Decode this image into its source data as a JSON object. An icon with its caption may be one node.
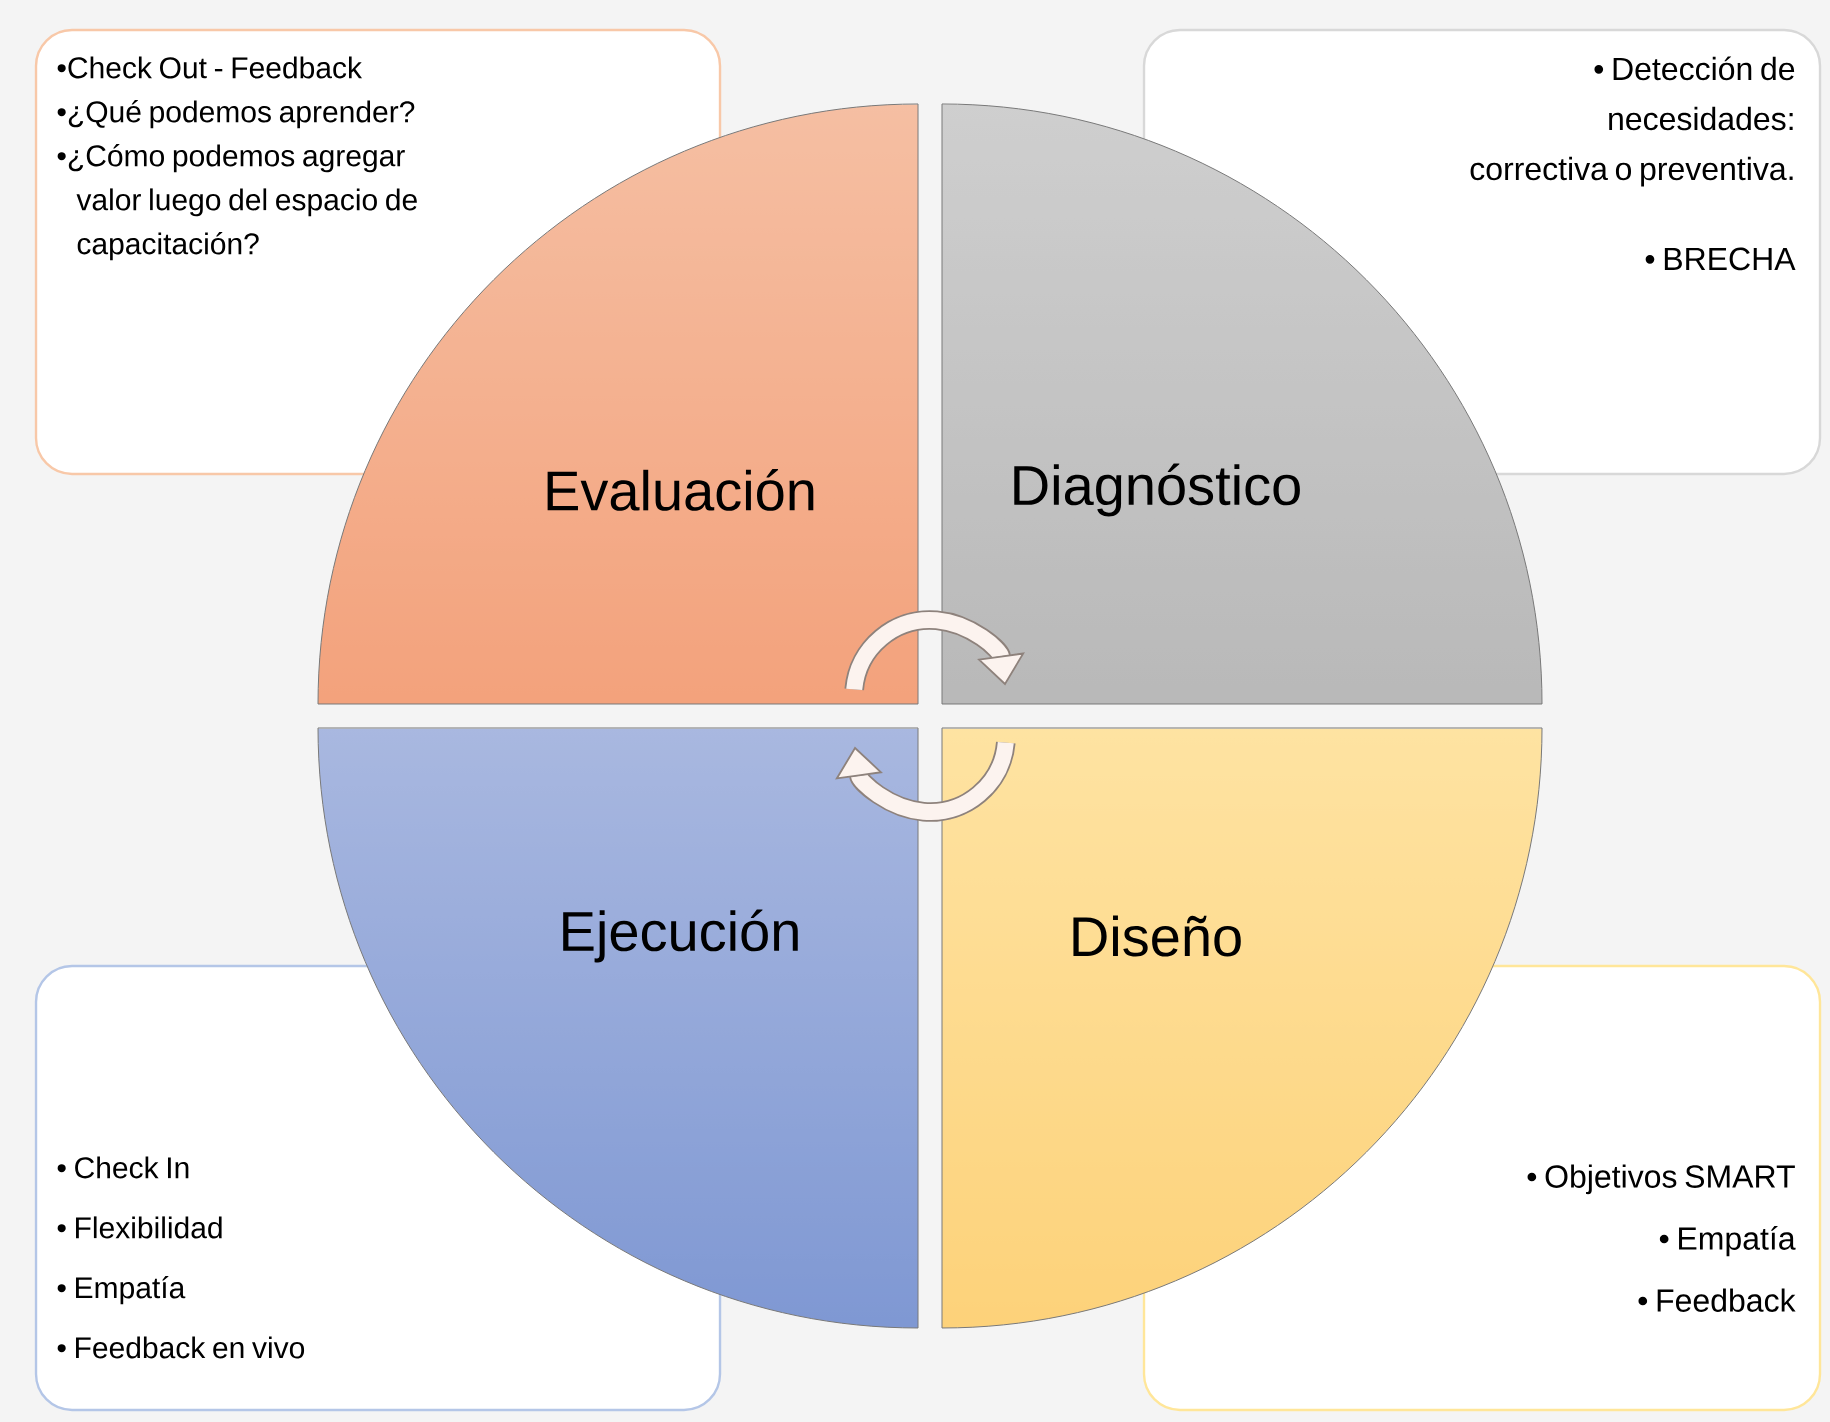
{
  "diagram": {
    "nodes": [
      {
        "text": [
          "•Check Out - Feedback",
          "•¿Qué podemos aprender?",
          "•¿Cómo podemos agregar valor luego del espacio de capacitación?"
        ]
      },
      {
        "text": [
          "• Detección de necesidades: correctiva o preventiva.",
          "• BRECHA"
        ]
      },
      {
        "text": [
          "Evaluación"
        ]
      },
      {
        "text": [
          "Diagnóstico"
        ]
      },
      {
        "text": [
          "Ejecución"
        ]
      },
      {
        "text": [
          "Diseño"
        ]
      },
      {
        "text": [
          "• Check In",
          "• Flexibilidad",
          "• Empatía",
          "• Feedback en vivo"
        ]
      },
      {
        "text": [
          "• Objetivos SMART",
          "• Empatía",
          "• Feedback"
        ]
      }
    ],
    "edges": [
      {
        "from": 2,
        "to": 3,
        "arrow": "to"
      },
      {
        "from": 5,
        "to": 4,
        "arrow": "to"
      }
    ]
  }
}
